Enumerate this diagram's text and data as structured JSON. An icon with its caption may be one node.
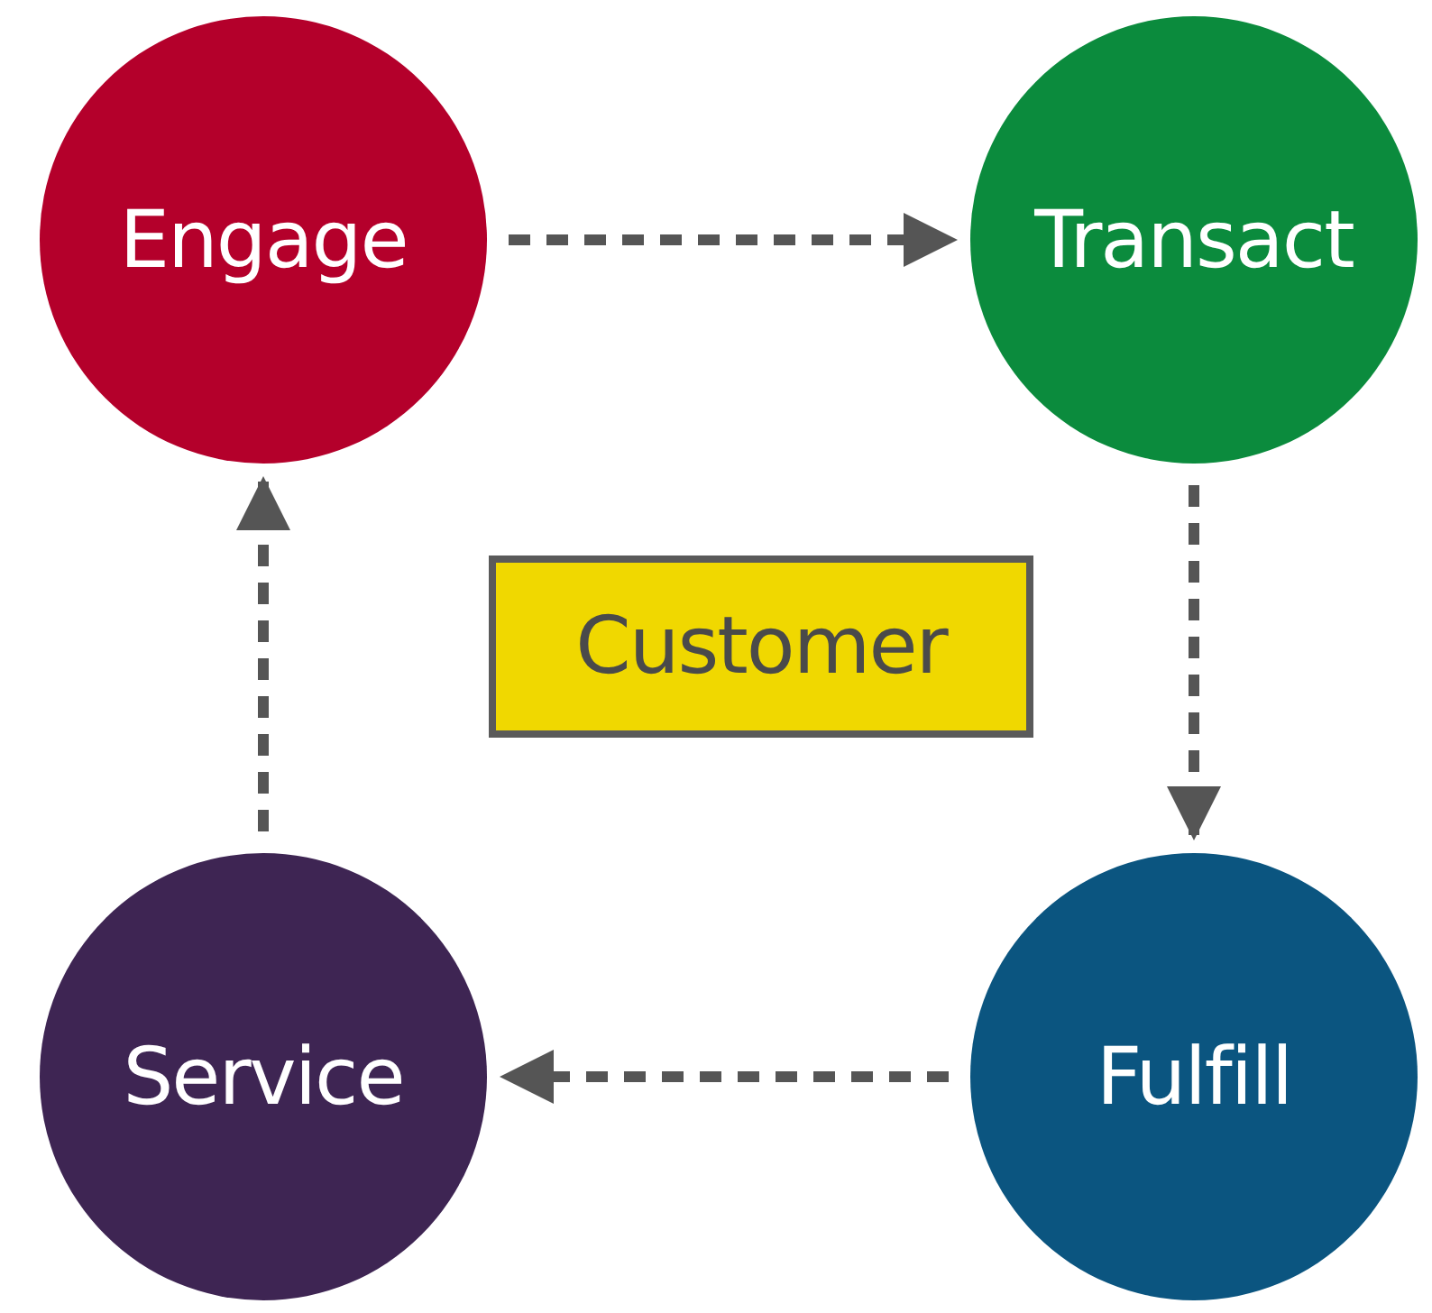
{
  "diagram": {
    "nodes": [
      {
        "text": [
          "Engage"
        ]
      },
      {
        "text": [
          "Transact"
        ]
      },
      {
        "text": [
          "Fulfill"
        ]
      },
      {
        "text": [
          "Service"
        ]
      },
      {
        "text": [
          "Customer"
        ]
      }
    ],
    "edges": [
      {
        "from": 0,
        "to": 1,
        "arrow": "to",
        "style": "dashed"
      },
      {
        "from": 1,
        "to": 2,
        "arrow": "to",
        "style": "dashed"
      },
      {
        "from": 2,
        "to": 3,
        "arrow": "to",
        "style": "dashed"
      },
      {
        "from": 3,
        "to": 0,
        "arrow": "to",
        "style": "dashed"
      }
    ]
  }
}
